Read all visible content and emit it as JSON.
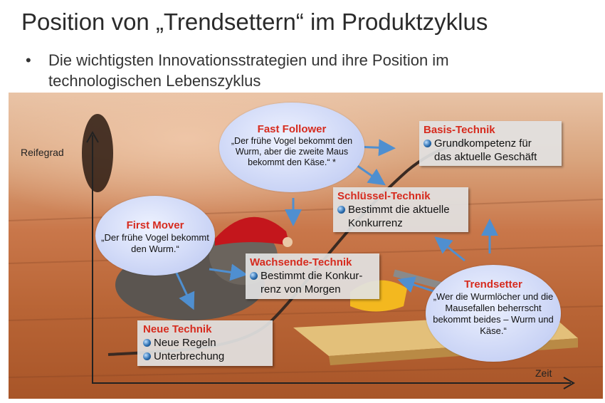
{
  "title": "Position von „Trendsettern“ im Produktzyklus",
  "bullet": "Die wichtigsten Innovationsstrategien und ihre Position im technologischen Lebenszyklus",
  "axes": {
    "y_label": "Reifegrad",
    "x_label": "Zeit"
  },
  "bubbles": {
    "fast_follower": {
      "title": "Fast Follower",
      "quote": "„Der frühe Vogel bekommt den Wurm, aber die zweite Maus bekommt den Käse.“ *"
    },
    "first_mover": {
      "title": "First Mover",
      "quote": "„Der frühe Vogel bekommt den Wurm.“"
    },
    "trendsetter": {
      "title": "Trendsetter",
      "quote": "„Wer die Wurmlöcher und die Mausefallen beherrscht bekommt beides – Wurm und Käse.“"
    }
  },
  "boxes": {
    "basis": {
      "title": "Basis-Technik",
      "lines": [
        "Grundkompetenz für",
        "das aktuelle Geschäft"
      ]
    },
    "schluessel": {
      "title": "Schlüssel-Technik",
      "lines": [
        "Bestimmt die aktuelle",
        "Konkurrenz"
      ]
    },
    "wachsend": {
      "title": "Wachsende-Technik",
      "lines": [
        "Bestimmt die Konkur-",
        "renz von Morgen"
      ]
    },
    "neue": {
      "title": "Neue Technik",
      "items": [
        "Neue Regeln",
        "Unterbrechung"
      ]
    }
  },
  "colors": {
    "heading": "#d62b1e",
    "arrow": "#4f8fd0",
    "bubble": "#c9d3f5",
    "box": "#e2e2e2"
  }
}
